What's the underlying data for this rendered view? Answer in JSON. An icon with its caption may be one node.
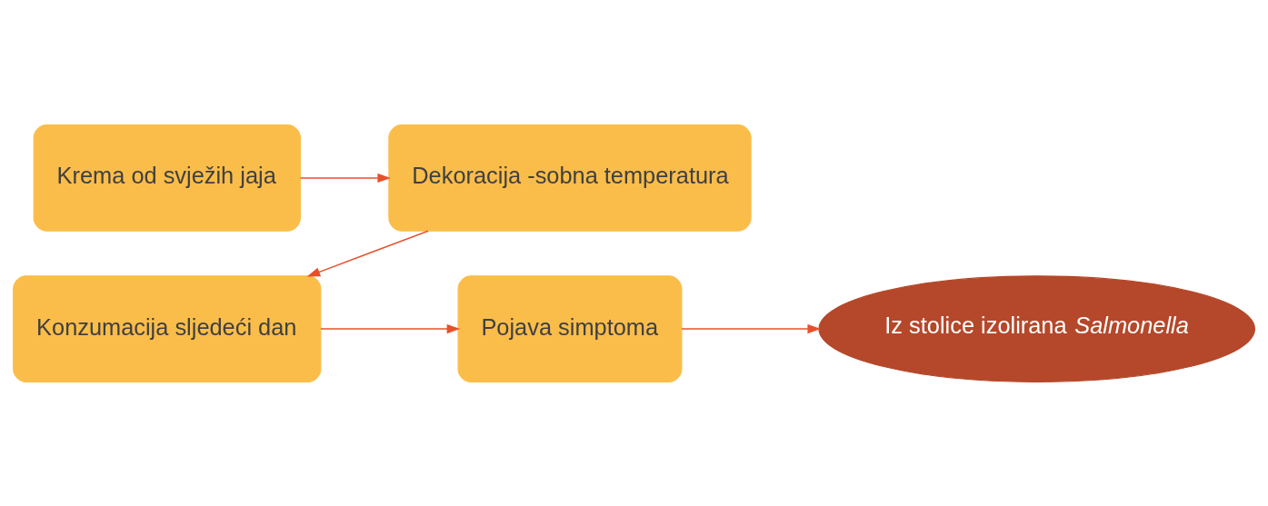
{
  "diagram": {
    "nodes": [
      {
        "text": [
          "Krema od svježih jaja"
        ]
      },
      {
        "text": [
          "Dekoracija -sobna temperatura"
        ]
      },
      {
        "text": [
          "Konzumacija sljedeći dan"
        ]
      },
      {
        "text": [
          "Pojava simptoma"
        ]
      },
      {
        "text": [
          "Iz stolice izolirana *Salmonella*"
        ]
      }
    ],
    "edges": [
      {
        "from": 0,
        "to": 1,
        "arrow": "to"
      },
      {
        "from": 1,
        "to": 2,
        "arrow": "to"
      },
      {
        "from": 2,
        "to": 3,
        "arrow": "to"
      },
      {
        "from": 3,
        "to": 4,
        "arrow": "to"
      }
    ]
  }
}
